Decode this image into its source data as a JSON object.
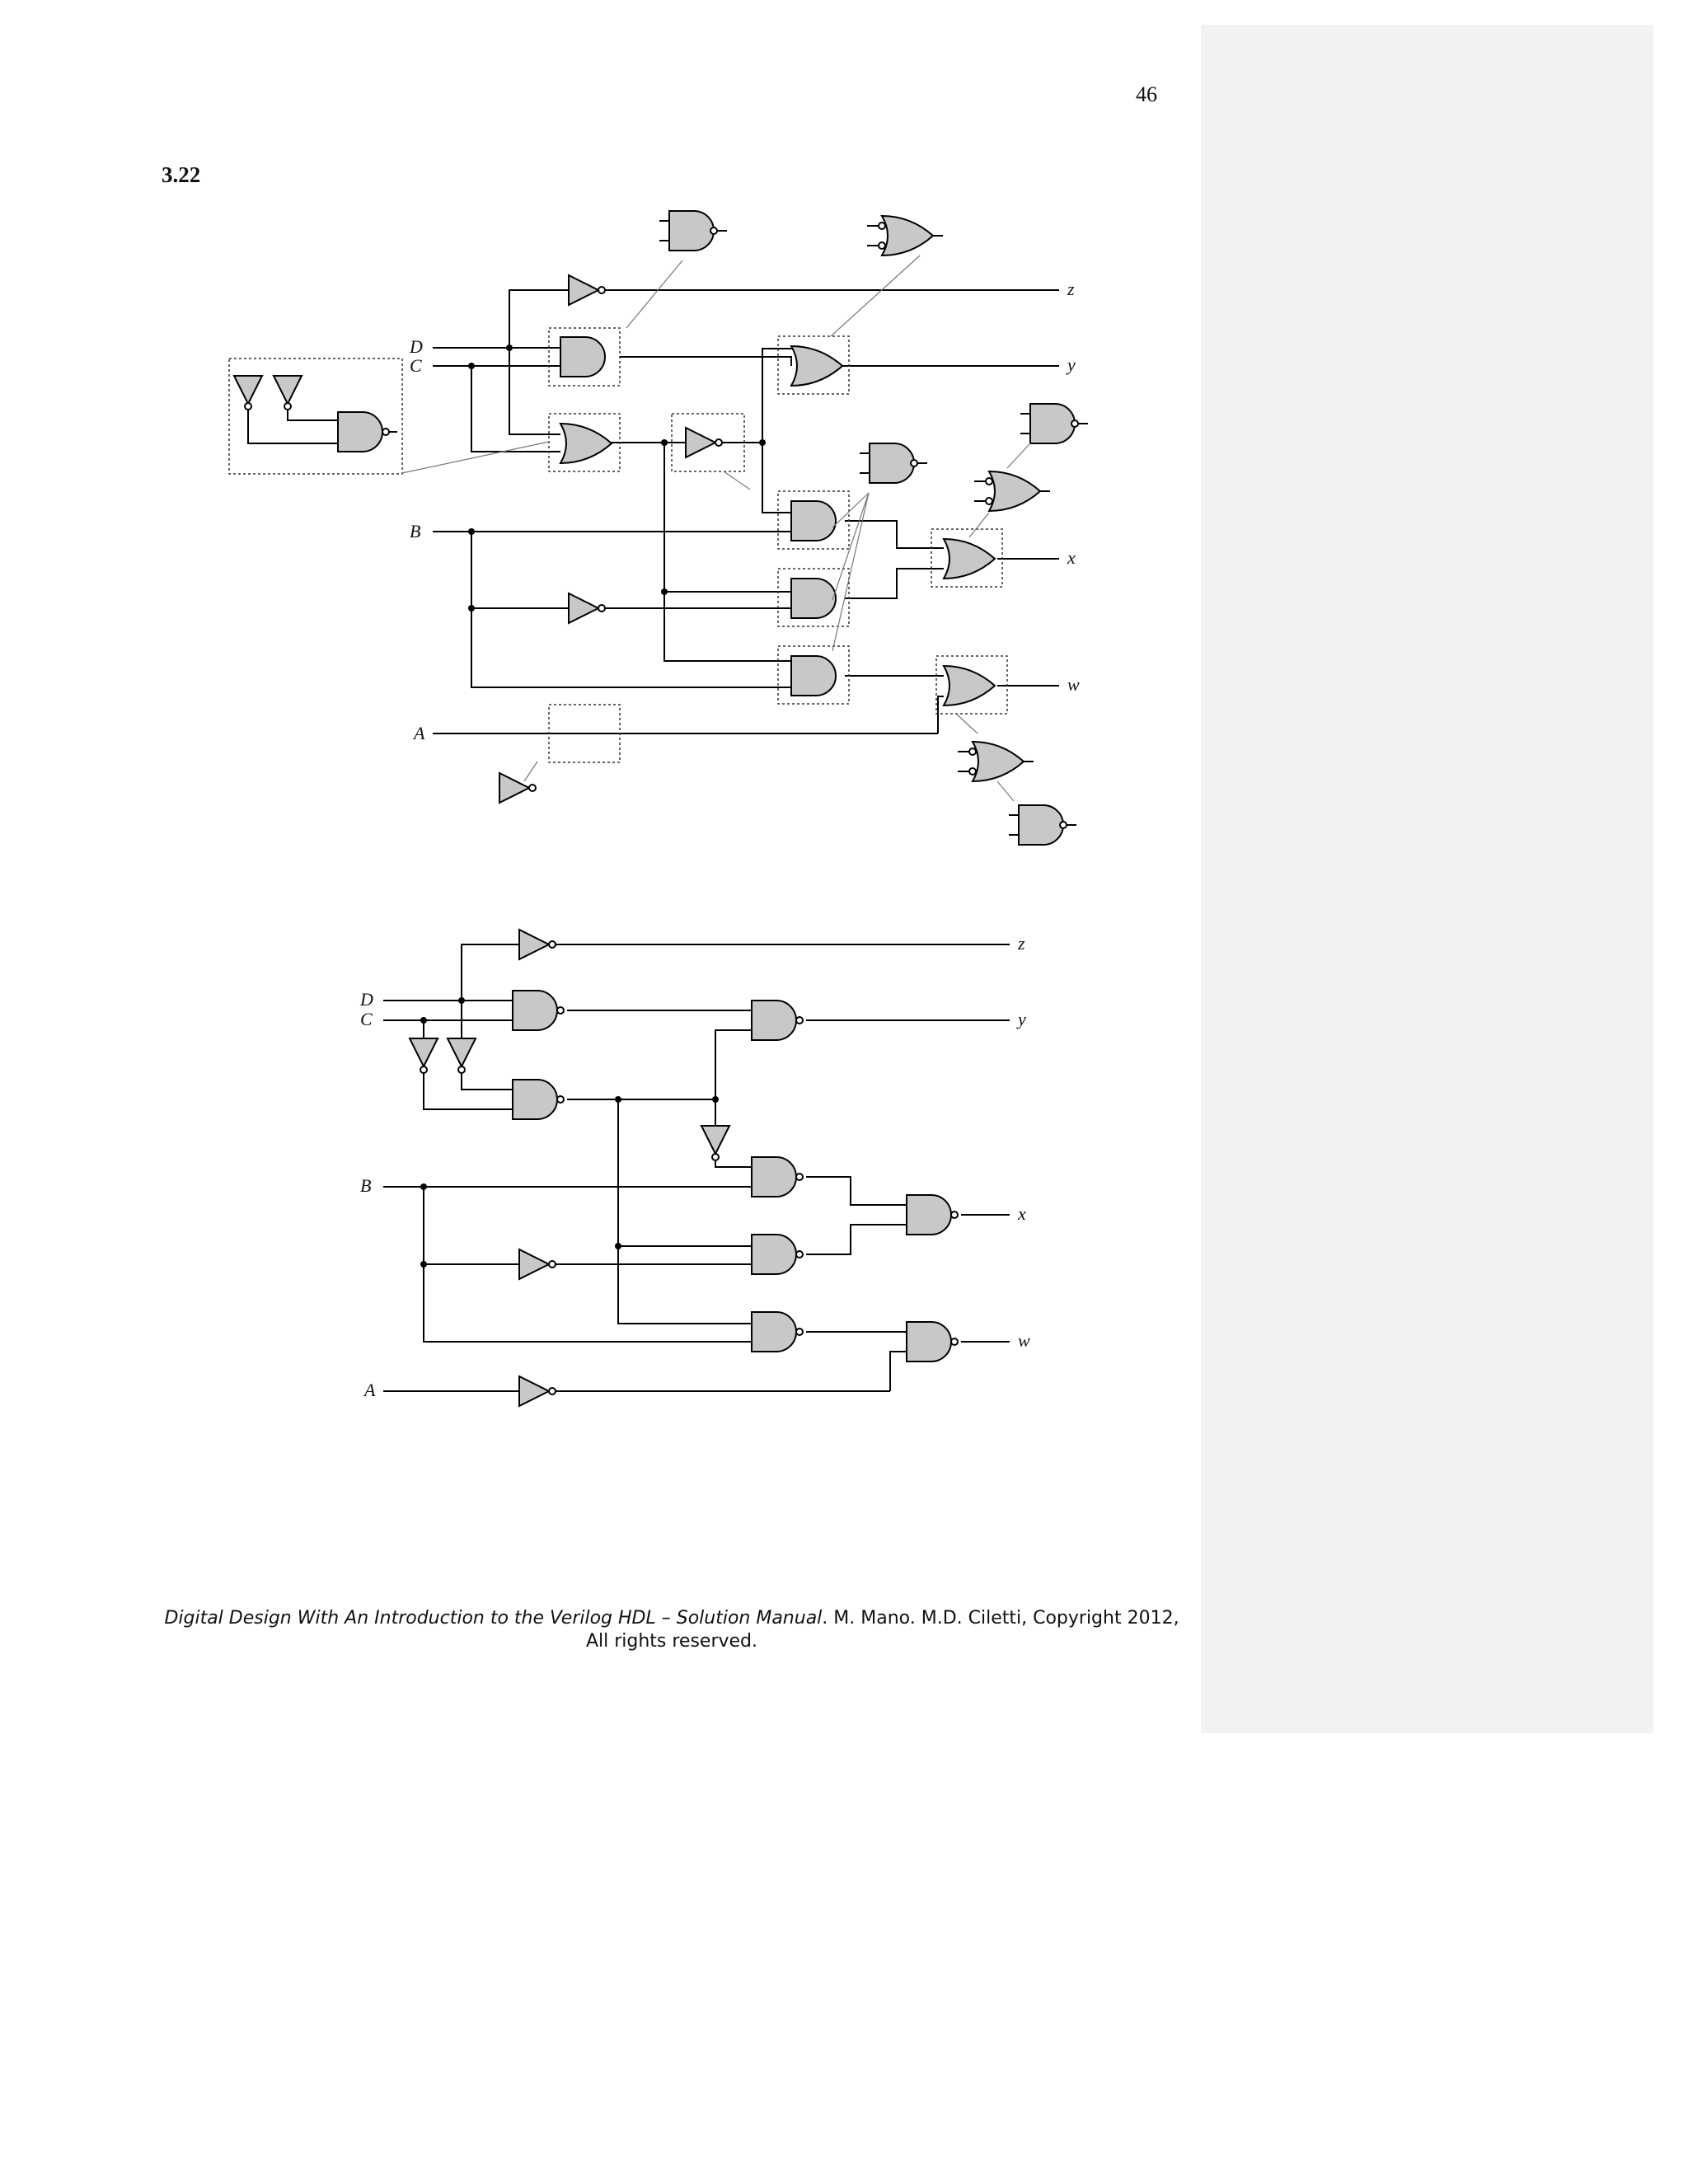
{
  "page": {
    "number": "46",
    "problem_label": "3.22"
  },
  "circuit_top": {
    "inputs": {
      "d": "D",
      "c": "C",
      "b": "B",
      "a": "A"
    },
    "outputs": {
      "z": "z",
      "y": "y",
      "x": "x",
      "w": "w"
    }
  },
  "circuit_bottom": {
    "inputs": {
      "d": "D",
      "c": "C",
      "b": "B",
      "a": "A"
    },
    "outputs": {
      "z": "z",
      "y": "y",
      "x": "x",
      "w": "w"
    }
  },
  "footer": {
    "title_italic": "Digital Design With An Introduction to the Verilog HDL – Solution Manual",
    "rest": ". M. Mano. M.D. Ciletti, Copyright 2012,",
    "line2": "All rights reserved."
  },
  "colors": {
    "gate_fill": "#c8c8c8",
    "margin_panel": "#f2f2f2"
  }
}
